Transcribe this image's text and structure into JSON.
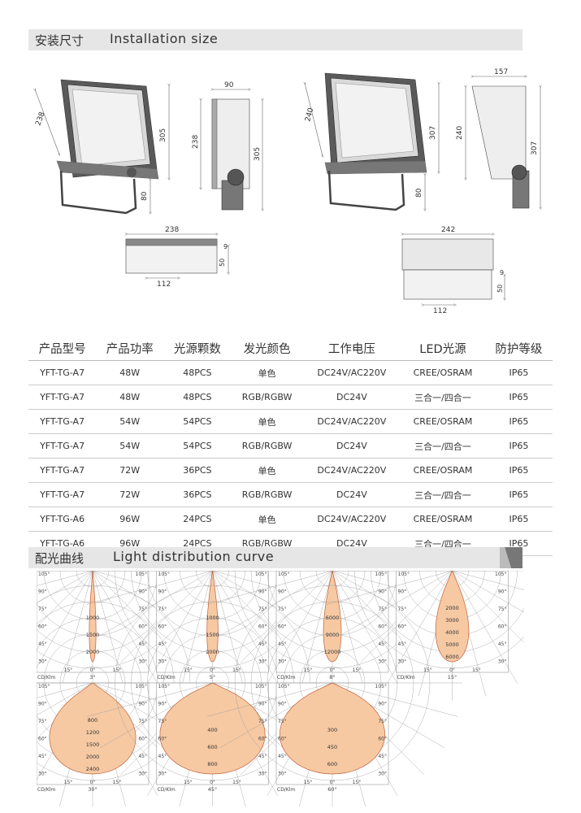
{
  "sections": {
    "installation": {
      "zh": "安装尺寸",
      "en": "Installation size"
    },
    "light": {
      "zh": "配光曲线",
      "en": "Light distribution curve"
    }
  },
  "drawings": {
    "left": {
      "front_w": "238",
      "front_h": "305",
      "bracket": "80",
      "side_depth": "90",
      "side_h": "238",
      "side_total": "305",
      "bottom_w": "238",
      "bottom_d": "50",
      "bottom_top": "9",
      "bottom_mount": "112"
    },
    "right": {
      "front_w": "240",
      "front_h": "307",
      "bracket": "80",
      "side_depth": "157",
      "side_h": "240",
      "side_total": "307",
      "bottom_w": "242",
      "bottom_d": "50",
      "bottom_top": "9",
      "bottom_mount": "112"
    }
  },
  "table": {
    "headers": [
      "产品型号",
      "产品功率",
      "光源颗数",
      "发光颜色",
      "工作电压",
      "LED光源",
      "防护等级"
    ],
    "rows": [
      [
        "YFT-TG-A7",
        "48W",
        "48PCS",
        "单色",
        "DC24V/AC220V",
        "CREE/OSRAM",
        "IP65"
      ],
      [
        "YFT-TG-A7",
        "48W",
        "48PCS",
        "RGB/RGBW",
        "DC24V",
        "三合一/四合一",
        "IP65"
      ],
      [
        "YFT-TG-A7",
        "54W",
        "54PCS",
        "单色",
        "DC24V/AC220V",
        "CREE/OSRAM",
        "IP65"
      ],
      [
        "YFT-TG-A7",
        "54W",
        "54PCS",
        "RGB/RGBW",
        "DC24V",
        "三合一/四合一",
        "IP65"
      ],
      [
        "YFT-TG-A7",
        "72W",
        "36PCS",
        "单色",
        "DC24V/AC220V",
        "CREE/OSRAM",
        "IP65"
      ],
      [
        "YFT-TG-A7",
        "72W",
        "36PCS",
        "RGB/RGBW",
        "DC24V",
        "三合一/四合一",
        "IP65"
      ],
      [
        "YFT-TG-A6",
        "96W",
        "24PCS",
        "单色",
        "DC24V/AC220V",
        "CREE/OSRAM",
        "IP65"
      ],
      [
        "YFT-TG-A6",
        "96W",
        "24PCS",
        "RGB/RGBW",
        "DC24V",
        "三合一/四合一",
        "IP65"
      ]
    ]
  },
  "polar_common": {
    "unit": "CD/Klm",
    "angles_left": [
      "105°",
      "90°",
      "75°",
      "60°",
      "45°",
      "30°"
    ],
    "angles_right": [
      "105°",
      "90°",
      "75°",
      "60°",
      "45°",
      "30°"
    ],
    "bottom_ticks": [
      "15°",
      "0°",
      "15°"
    ]
  },
  "polar_charts": [
    {
      "beam": "3°",
      "rings": [
        "1000",
        "1500",
        "2000"
      ],
      "half_angle_deg": 3
    },
    {
      "beam": "5°",
      "rings": [
        "1000",
        "1500",
        "2000"
      ],
      "half_angle_deg": 5
    },
    {
      "beam": "8°",
      "rings": [
        "6000",
        "9000",
        "12000"
      ],
      "half_angle_deg": 8
    },
    {
      "beam": "15°",
      "rings": [
        "2000",
        "3000",
        "4000",
        "5000",
        "6000"
      ],
      "half_angle_deg": 15
    },
    {
      "beam": "30°",
      "rings": [
        "800",
        "1200",
        "1500",
        "2000",
        "2400"
      ],
      "half_angle_deg": 30
    },
    {
      "beam": "45°",
      "rings": [
        "400",
        "600",
        "800"
      ],
      "half_angle_deg": 45
    },
    {
      "beam": "60°",
      "rings": [
        "300",
        "450",
        "600"
      ],
      "half_angle_deg": 60
    }
  ],
  "colors": {
    "section_bg": "#e6e6e6",
    "beam_fill": "#f6c9a3",
    "beam_stroke": "#c0603a",
    "grid": "#9a9a9a"
  }
}
